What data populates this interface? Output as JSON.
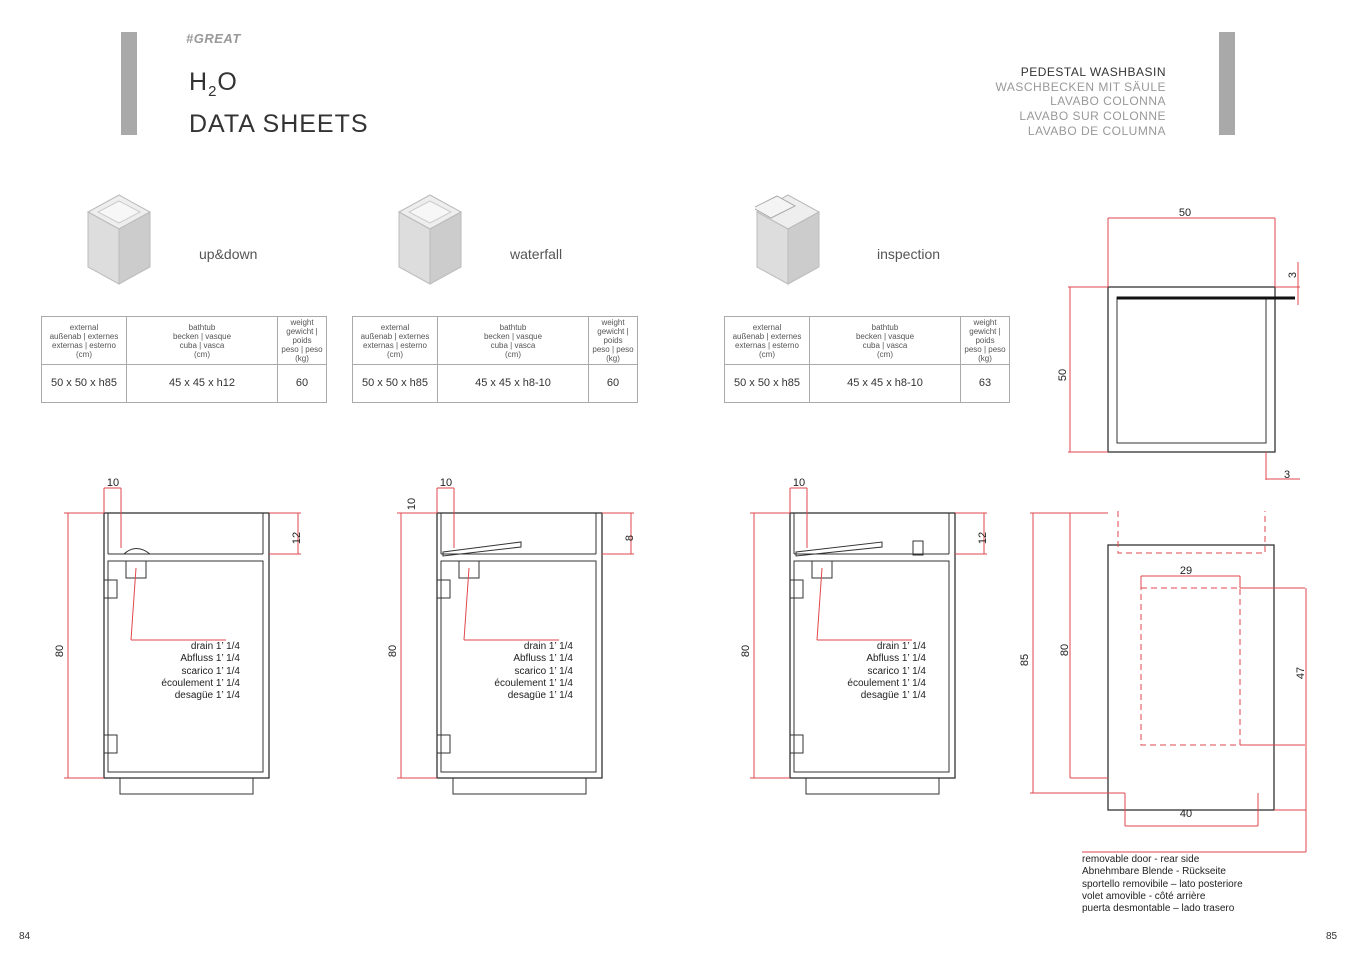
{
  "header": {
    "tag": "#GREAT",
    "title_line1": "H2O",
    "title_line2": "DATA SHEETS",
    "product_type": [
      "PEDESTAL WASHBASIN",
      "WASCHBECKEN MIT SÄULE",
      "LAVABO COLONNA",
      "LAVABO SUR COLONNE",
      "LAVABO DE COLUMNA"
    ]
  },
  "table_headers": {
    "external": [
      "external",
      "außenab | externes",
      "externas | esterno",
      "(cm)"
    ],
    "bathtub": [
      "bathtub",
      "becken | vasque",
      "cuba | vasca",
      "(cm)"
    ],
    "weight": [
      "weight",
      "gewicht | poids",
      "peso | peso",
      "(kg)"
    ]
  },
  "products": [
    {
      "name": "up&down",
      "external": "50 x 50 x h85",
      "bathtub": "45 x 45 x h12",
      "weight": "60",
      "dims": {
        "top": "10",
        "height": "80",
        "basin": "12"
      }
    },
    {
      "name": "waterfall",
      "external": "50 x 50 x h85",
      "bathtub": "45 x 45 x h8-10",
      "weight": "60",
      "dims": {
        "top": "10",
        "height": "80",
        "basin": "8",
        "left": "10"
      }
    },
    {
      "name": "inspection",
      "external": "50 x 50 x h85",
      "bathtub": "45 x 45 x h8-10",
      "weight": "63",
      "dims": {
        "top": "10",
        "height": "80",
        "basin": "12"
      }
    }
  ],
  "drain_text": [
    "drain 1’ 1/4",
    "Abfluss 1’ 1/4",
    "scarico 1’ 1/4",
    "écoulement 1’ 1/4",
    "desagüe 1’ 1/4"
  ],
  "plan_dims": {
    "width": "50",
    "depth": "50",
    "rim_top": "3",
    "rim_bottom": "3"
  },
  "rear_dims": {
    "total": "85",
    "body": "80",
    "opening_width": "29",
    "opening_height": "47",
    "base": "40"
  },
  "rear_note": [
    "removable door - rear side",
    "Abnehmbare Blende - Rückseite",
    "sportello removibile – lato posteriore",
    "volet amovible - côté arrière",
    "puerta desmontable – lado trasero"
  ],
  "pages": {
    "left": "84",
    "right": "85"
  },
  "colors": {
    "dim": "#e0474c",
    "line": "#333333",
    "bar": "#a9a9a9"
  }
}
